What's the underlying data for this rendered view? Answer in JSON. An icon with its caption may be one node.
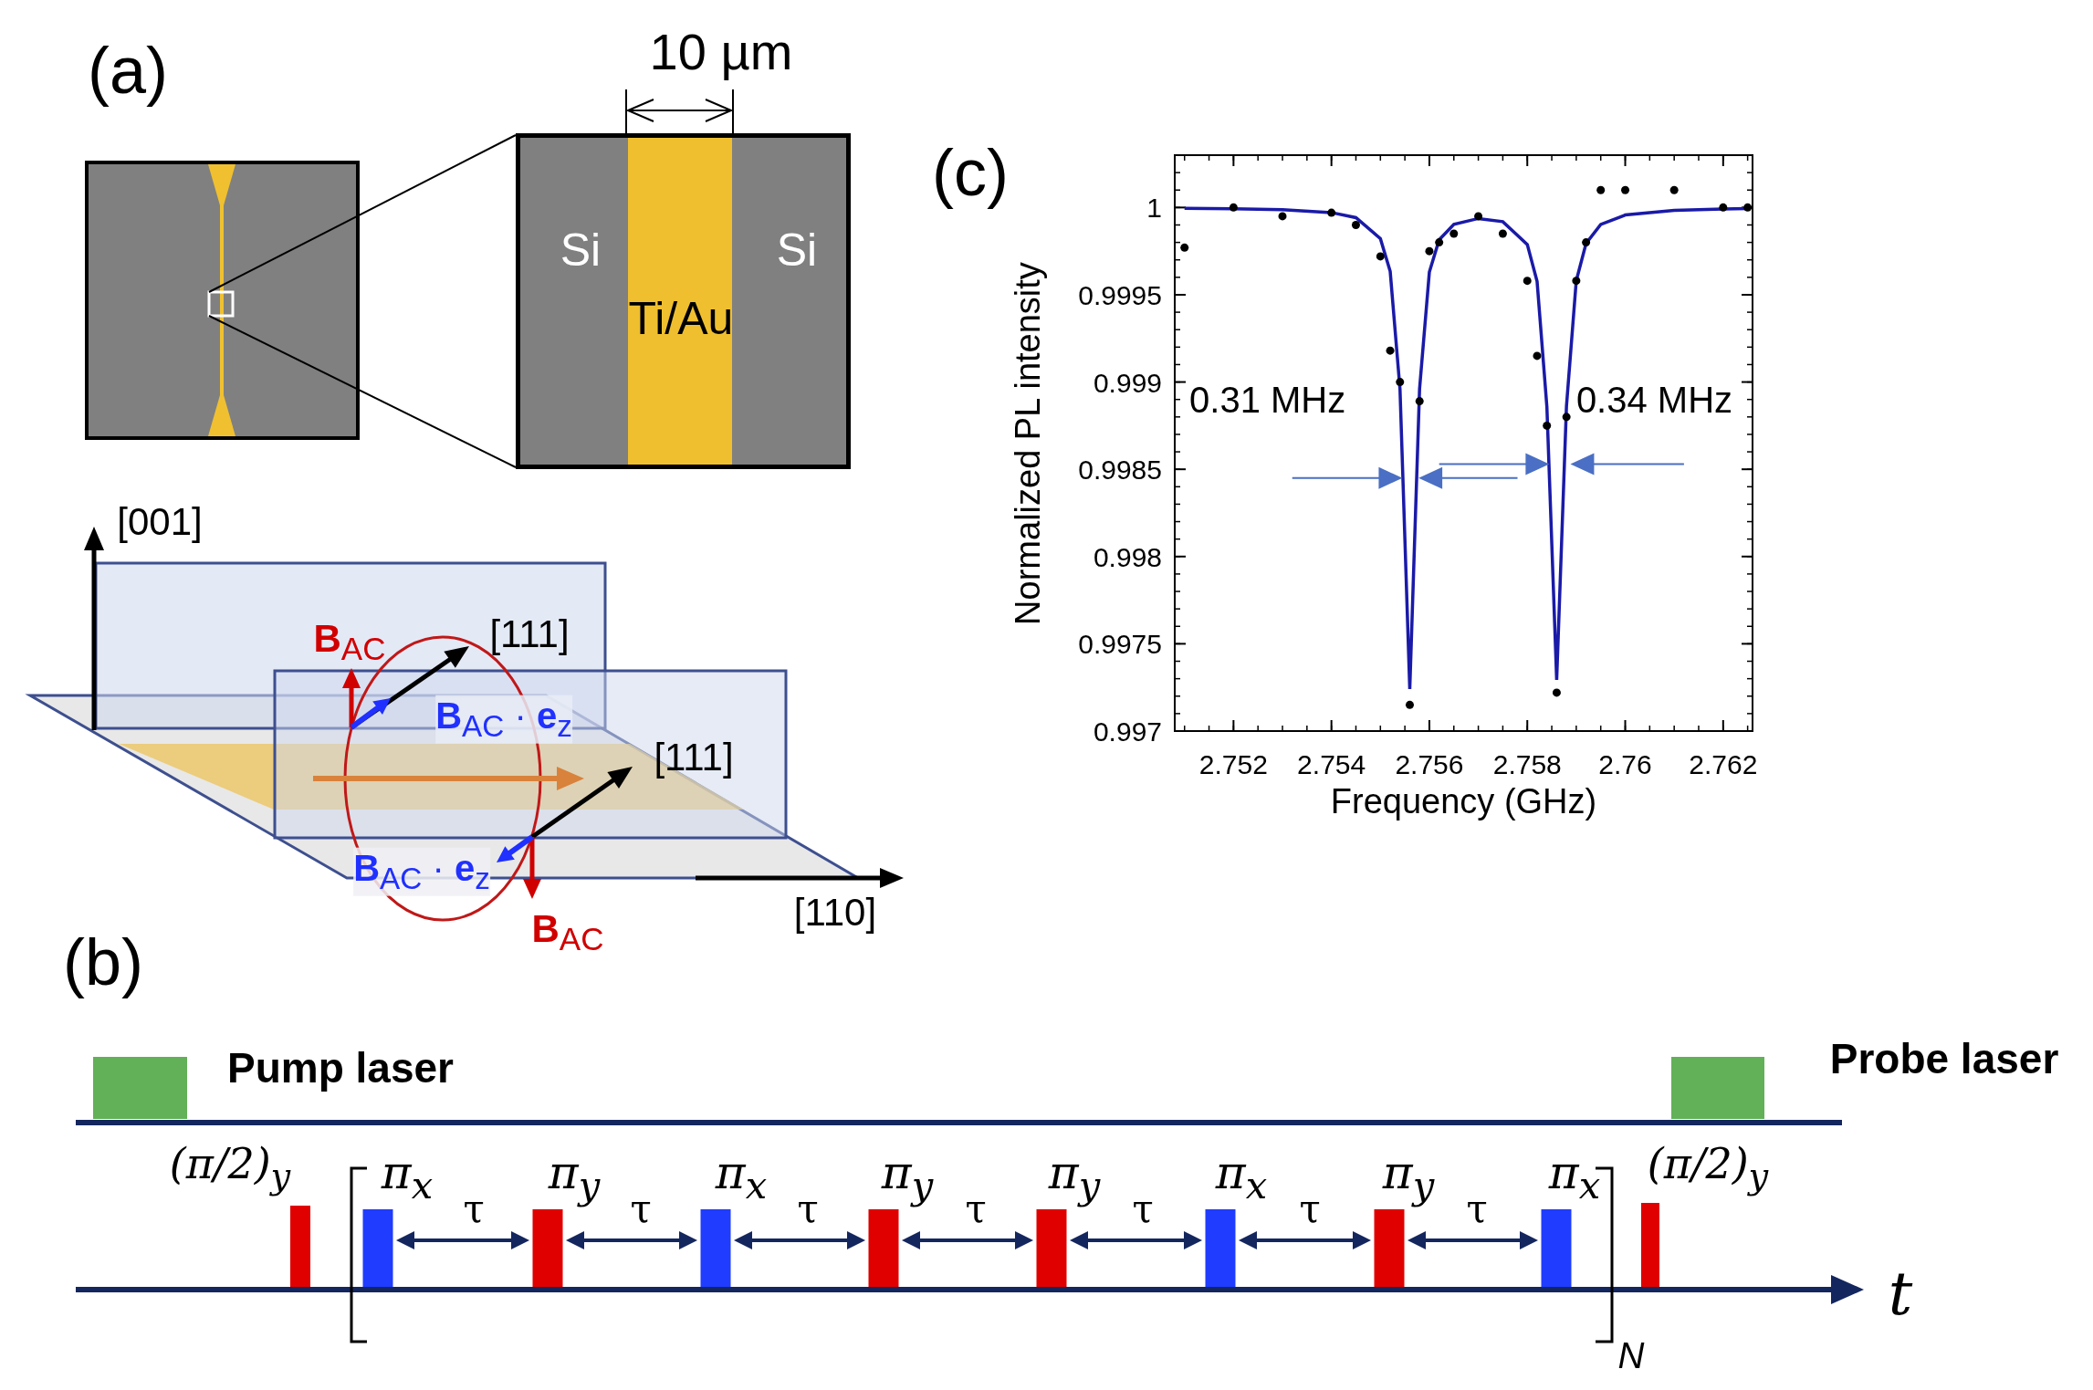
{
  "diagram": {
    "nodes": [
      {
        "text": [],
        "shape": "box"
      },
      {
        "text": [
          "Si",
          "Si",
          "Ti/Au"
        ]
      }
    ],
    "edges": [
      {
        "from": 0,
        "to": 1,
        "arrow": "none"
      },
      {
        "from": 0,
        "to": 1,
        "arrow": "none"
      }
    ],
    "labels": [
      "(a)",
      "10 µm",
      "[001]",
      "**B**$_{AC}$",
      "[111]",
      "**B**$_{AC}$ · **e**$_{z}$",
      "[111]",
      "**B**$_{AC}$ · **e**$_{z}$",
      "[110]",
      "**B**$_{AC}$",
      "(c)",
      "(b)",
      "Pump laser",
      "Probe laser",
      "(π/2)$_{y}$",
      "π$_{x}$",
      "τ",
      "π$_{y}$",
      "τ",
      "π$_{x}$",
      "τ",
      "π$_{y}$",
      "τ",
      "π$_{y}$",
      "τ",
      "π$_{x}$",
      "τ",
      "π$_{y}$",
      "τ",
      "π$_{x}$",
      "(π/2)$_{y}$",
      "t",
      "N"
    ],
    "chart_data": {
      "type": "line",
      "xlabel": "Frequency (GHz)",
      "ylabel": "Normalized PL intensity",
      "x": [
        2.751,
        2.752,
        2.753,
        2.754,
        2.7545,
        2.755,
        2.7552,
        2.7554,
        2.7556,
        2.7558,
        2.756,
        2.7562,
        2.7565,
        2.757,
        2.7575,
        2.758,
        2.7582,
        2.7584,
        2.7586,
        2.7588,
        2.759,
        2.7592,
        2.7595,
        2.76,
        2.761,
        2.762,
        2.7625
      ],
      "series": [
        {
          "type": "line",
          "color": "#1a1aa8",
          "values": [
            0.999996,
            0.999993,
            0.999988,
            0.999971,
            0.999942,
            0.999822,
            0.999634,
            0.998961,
            0.997241,
            0.99896,
            0.99963,
            0.999815,
            0.999903,
            0.999937,
            0.999919,
            0.999788,
            0.999577,
            0.998859,
            0.997293,
            0.998861,
            0.999581,
            0.999794,
            0.999903,
            0.999957,
            0.999984,
            0.999992,
            0.999994
          ]
        },
        {
          "type": "scatter",
          "color": "#000000",
          "marker": "circle",
          "values": [
            0.99977,
            1.0,
            0.99995,
            0.99997,
            0.9999,
            0.99972,
            0.99918,
            0.999,
            0.99715,
            0.99889,
            0.99975,
            0.9998,
            0.99985,
            0.99995,
            0.99985,
            0.99958,
            0.99915,
            0.99875,
            0.99722,
            0.9988,
            0.99958,
            0.9998,
            1.0001,
            1.0001,
            1.0001,
            1.0,
            1.0
          ]
        }
      ],
      "xlim": [
        2.7508,
        2.7626
      ],
      "ylim": [
        0.997,
        1.0003
      ],
      "xticks": [
        2.752,
        2.754,
        2.756,
        2.758,
        2.76,
        2.762
      ],
      "yticks": [
        0.997,
        0.9975,
        0.998,
        0.9985,
        0.999,
        0.9995,
        1
      ],
      "annotations": [
        "0.31 MHz",
        "0.34 MHz"
      ]
    }
  }
}
